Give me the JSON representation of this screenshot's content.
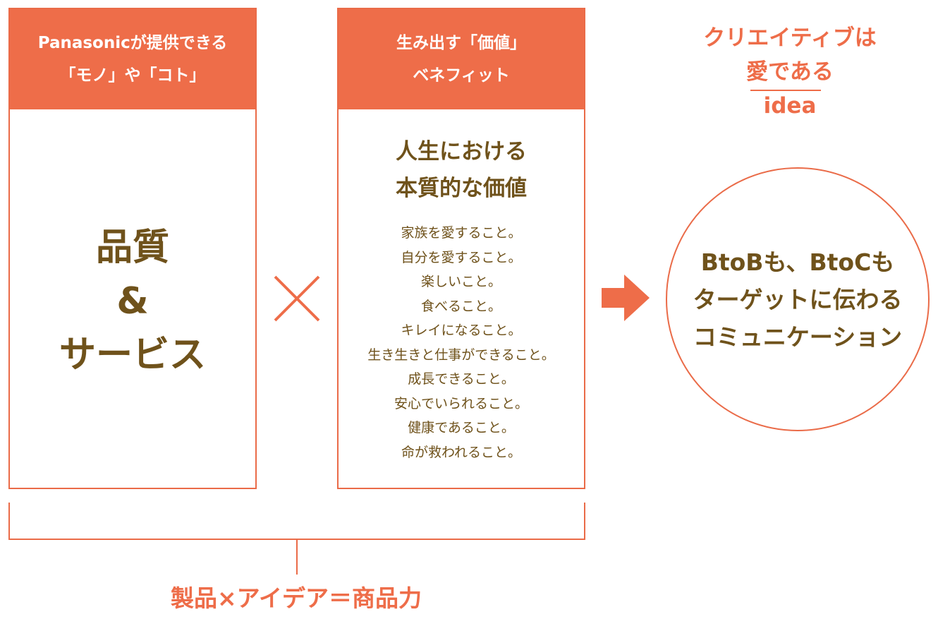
{
  "left_box": {
    "header": [
      "Panasonicが提供できる",
      "「モノ」や「コト」"
    ],
    "main": [
      "品質",
      "&",
      "サービス"
    ]
  },
  "middle_box": {
    "header": [
      "生み出す「価値」",
      "ベネフィット"
    ],
    "title": [
      "人生における",
      "本質的な価値"
    ],
    "list": [
      "家族を愛すること。",
      "自分を愛すること。",
      "楽しいこと。",
      "食べること。",
      "キレイになること。",
      "生き生きと仕事ができること。",
      "成長できること。",
      "安心でいられること。",
      "健康であること。",
      "命が救われること。"
    ]
  },
  "right": {
    "heading": [
      "クリエイティブは",
      "愛である",
      "idea"
    ],
    "circle": [
      "BtoBも、BtoCも",
      "ターゲットに伝わる",
      "コミュニケーション"
    ]
  },
  "operator_icon": "times-icon",
  "arrow_icon": "arrow-right-icon",
  "bottom_caption": "製品×アイデア＝商品力",
  "colors": {
    "accent": "#ee6d49",
    "text_brown": "#6f521b",
    "background": "#ffffff"
  }
}
